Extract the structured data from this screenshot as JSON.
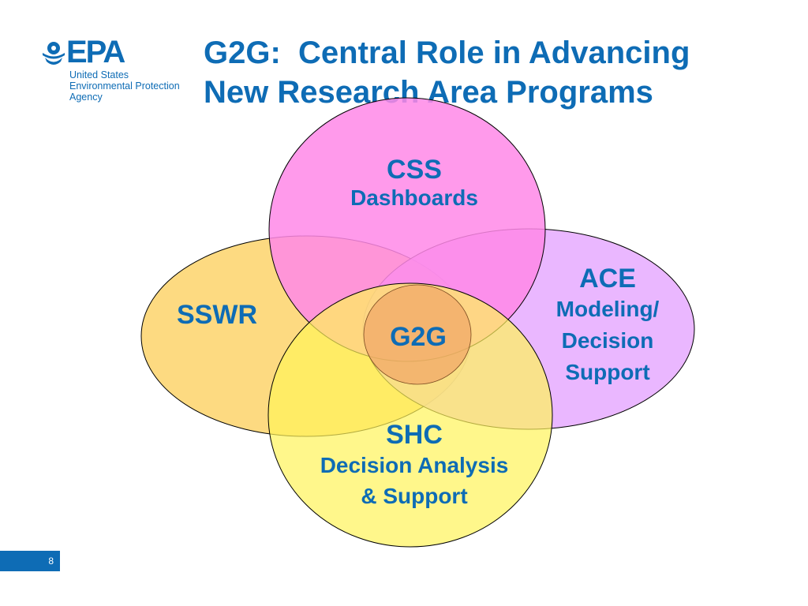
{
  "logo": {
    "wordmark": "EPA",
    "line1": "United States",
    "line2": "Environmental Protection",
    "line3": "Agency"
  },
  "title": {
    "line1": "G2G:  Central Role in Advancing",
    "line2": "New Research Area Programs"
  },
  "diagram": {
    "css": {
      "title": "CSS",
      "subtitle": "Dashboards",
      "color": "#ff88e8"
    },
    "sswr": {
      "title": "SSWR",
      "color": "#fdd87a"
    },
    "ace": {
      "title": "ACE",
      "line1": "Modeling/",
      "line2": "Decision",
      "line3": "Support",
      "color": "#e6aaff"
    },
    "shc": {
      "title": "SHC",
      "line1": "Decision Analysis",
      "line2": "& Support",
      "color": "#fff35a"
    },
    "center": {
      "title": "G2G",
      "color": "#f0a868"
    }
  },
  "footer": {
    "page_number": "8"
  },
  "colors": {
    "brand_blue": "#0e6cb5"
  }
}
